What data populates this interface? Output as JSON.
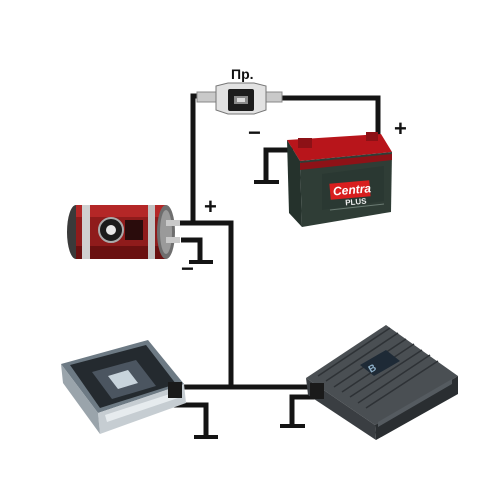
{
  "labels": {
    "fuse": "Пр.",
    "battery_plus": "+",
    "battery_minus": "−",
    "capacitor_plus": "+",
    "capacitor_minus": "−"
  },
  "battery": {
    "brand": "Centra",
    "brand_sub": "PLUS",
    "colors": {
      "body": "#2f3d36",
      "top": "#c8171d",
      "label": "#d81e1e"
    }
  },
  "icons": {
    "fuse": "inline-fuse-icon",
    "battery": "car-battery-icon",
    "capacitor": "capacitor-icon",
    "amplifier_left": "car-amplifier-icon",
    "amplifier_right": "car-amplifier-icon",
    "ground": "ground-symbol-icon"
  }
}
